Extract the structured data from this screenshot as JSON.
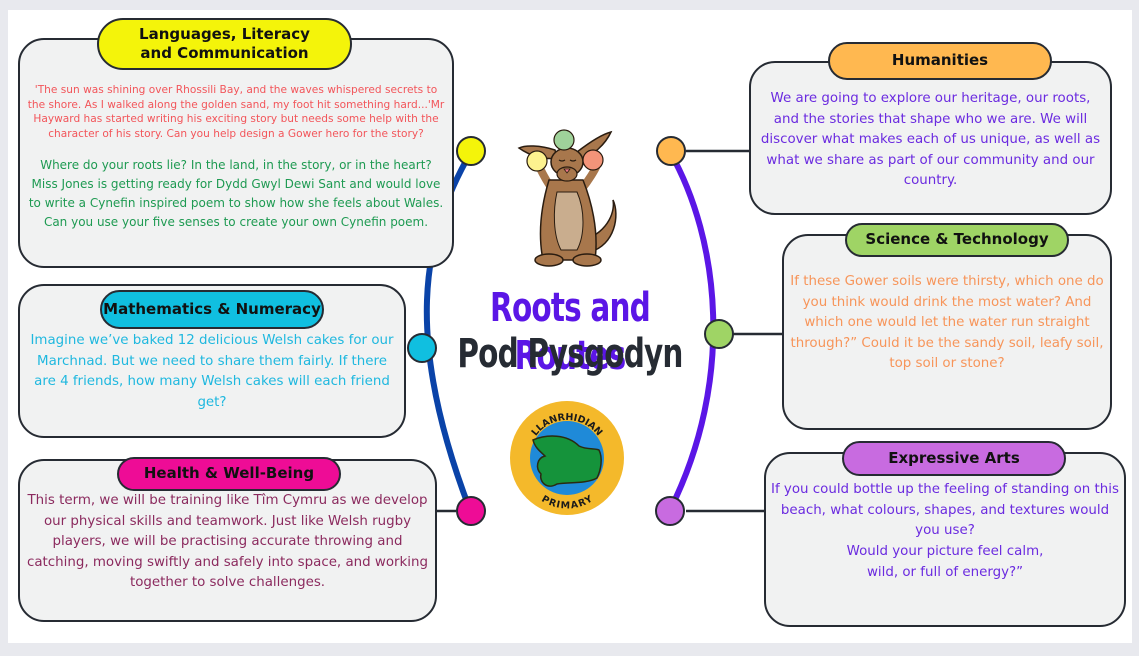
{
  "title": {
    "main": "Roots and Routes",
    "subtitle": "Pod Pysgodyn"
  },
  "mascot": {
    "name": "kangaroo-juggling-illustration",
    "ball_colors": [
      "#fdf28f",
      "#9fd29a",
      "#f39479"
    ]
  },
  "logo": {
    "top_text": "LLANRHIDIAN",
    "bottom_text": "PRIMARY"
  },
  "colors": {
    "left_arc": "#0a43a8",
    "right_arc": "#5b16e6",
    "box_bg": "#f1f2f2",
    "border": "#262b33"
  },
  "areas": [
    {
      "id": "languages",
      "label": "Languages, Literacy and Communication",
      "color": "#f4f40a",
      "paragraphs": [
        {
          "text": "'The sun was shining over Rhossili Bay, and the waves whispered secrets to the shore. As I walked along the golden sand, my foot hit something hard...'Mr Hayward has started writing his exciting story but needs some help with the character of his story. Can you help design a Gower hero for the story?",
          "color": "#f2555a"
        },
        {
          "text": "Where do your roots lie? In the land, in the story, or in the heart? Miss Jones is getting ready for Dydd Gwyl Dewi Sant and would love to write a Cynefin inspired poem to show how she feels about Wales. Can you use your five senses to create your own Cynefin poem.",
          "color": "#1e9a52"
        }
      ]
    },
    {
      "id": "maths",
      "label": "Mathematics & Numeracy",
      "color": "#10bfe0",
      "paragraphs": [
        {
          "text": "Imagine we’ve baked 12 delicious Welsh cakes for our Marchnad. But we need to share them fairly. If there are 4 friends, how many Welsh cakes will each friend get?",
          "color": "#1fb8df"
        }
      ]
    },
    {
      "id": "health",
      "label": "Health & Well-Being",
      "color": "#ee0c96",
      "paragraphs": [
        {
          "text": "This term, we will be training like Tîm Cymru as we develop our physical skills and teamwork. Just like Welsh rugby players, we will be practising accurate throwing and catching, moving swiftly and safely into space, and working together to solve challenges.",
          "color": "#8b2a5e"
        }
      ]
    },
    {
      "id": "humanities",
      "label": "Humanities",
      "color": "#ffb850",
      "paragraphs": [
        {
          "text": "We are going to explore our heritage, our roots, and the stories that shape who we are. We will discover what makes each of us unique, as well as what we share as part of our community and our country.",
          "color": "#6b2be0"
        }
      ]
    },
    {
      "id": "science",
      "label": "Science & Technology",
      "color": "#9fd465",
      "paragraphs": [
        {
          "text": "If these Gower soils were thirsty, which one do you think would drink the most water? And which one would let the water run straight through?” Could it be the sandy soil, leafy soil, top soil or stone?",
          "color": "#f7955a"
        }
      ]
    },
    {
      "id": "arts",
      "label": "Expressive Arts",
      "color": "#c86be0",
      "paragraphs": [
        {
          "text": "If you could bottle up the feeling of standing on this beach, what colours, shapes, and textures would you use?",
          "color": "#6b2be0"
        },
        {
          "text": "Would your picture feel calm, wild, or full of energy?”",
          "color": "#6b2be0"
        }
      ]
    }
  ]
}
